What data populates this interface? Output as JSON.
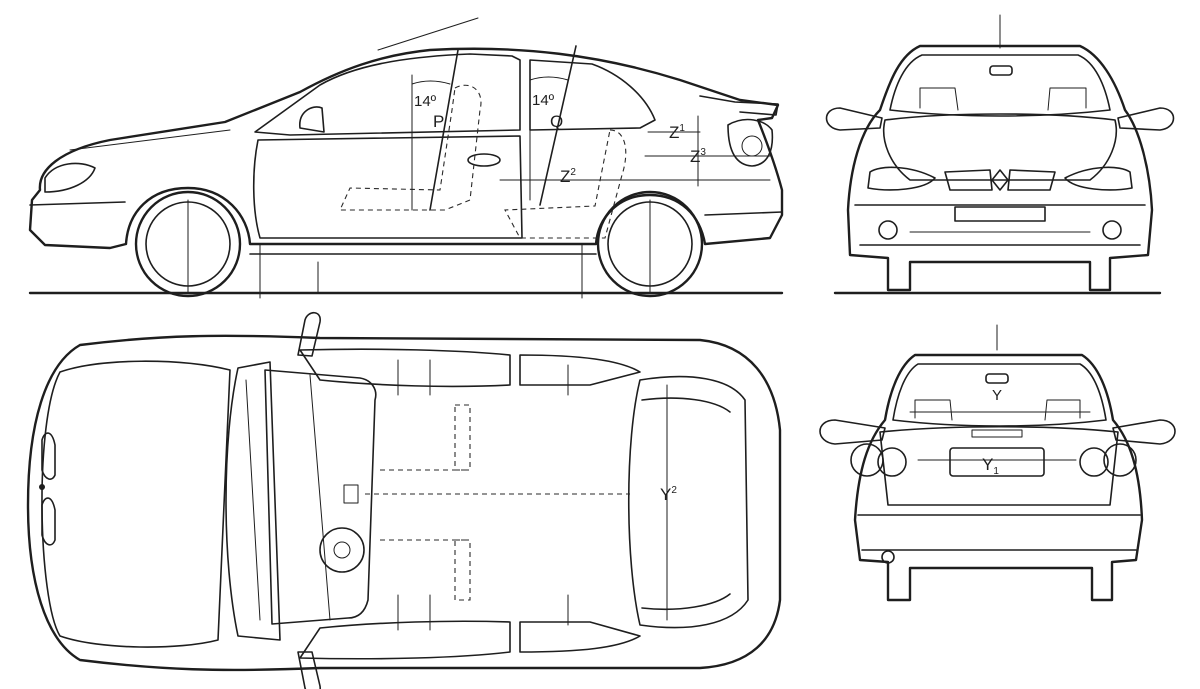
{
  "labels": {
    "angle_p": "14º",
    "angle_q": "14º",
    "p": "P",
    "q": "Q",
    "z": "Z",
    "z1_sup": "1",
    "z2_sup": "2",
    "z3_sup": "3",
    "y": "Y",
    "y1": "Y",
    "y1_sub": "1",
    "y2": "Y",
    "y2_sup": "2"
  }
}
